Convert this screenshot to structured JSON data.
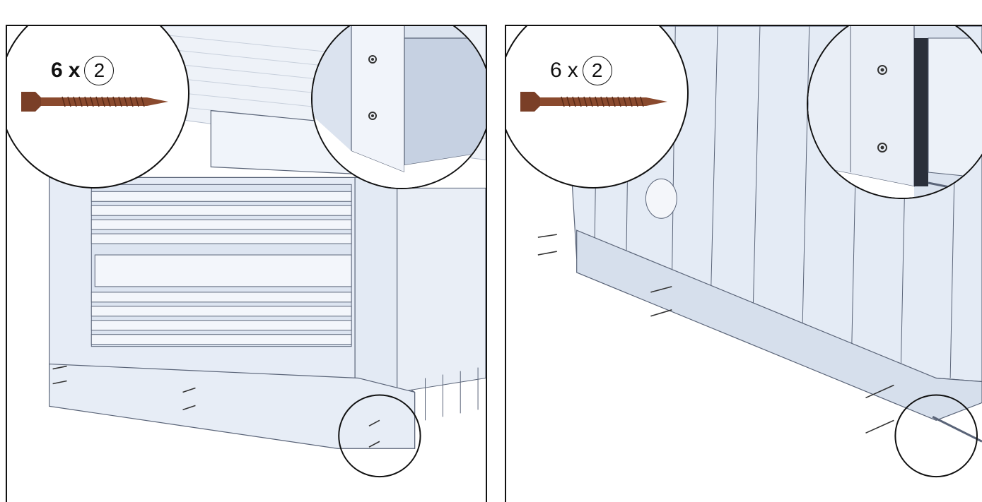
{
  "steps": [
    {
      "id": "left",
      "quantity": "6",
      "times": "x",
      "part_number": "2",
      "screw_icon": "screw-icon",
      "detail_icon": "magnify-detail-icon"
    },
    {
      "id": "right",
      "quantity": "6",
      "times": "x",
      "part_number": "2",
      "screw_icon": "screw-icon",
      "detail_icon": "magnify-detail-icon"
    }
  ],
  "colors": {
    "structure": "#e8eef8",
    "structure_shade": "#cdd8e8",
    "line": "#5a6478",
    "screw": "#8a4a2e",
    "outline": "#111111"
  }
}
